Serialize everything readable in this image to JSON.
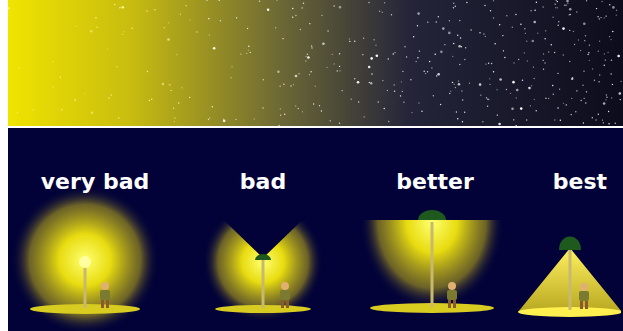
{
  "diagram": {
    "labels": [
      "very bad",
      "bad",
      "better",
      "best"
    ]
  }
}
